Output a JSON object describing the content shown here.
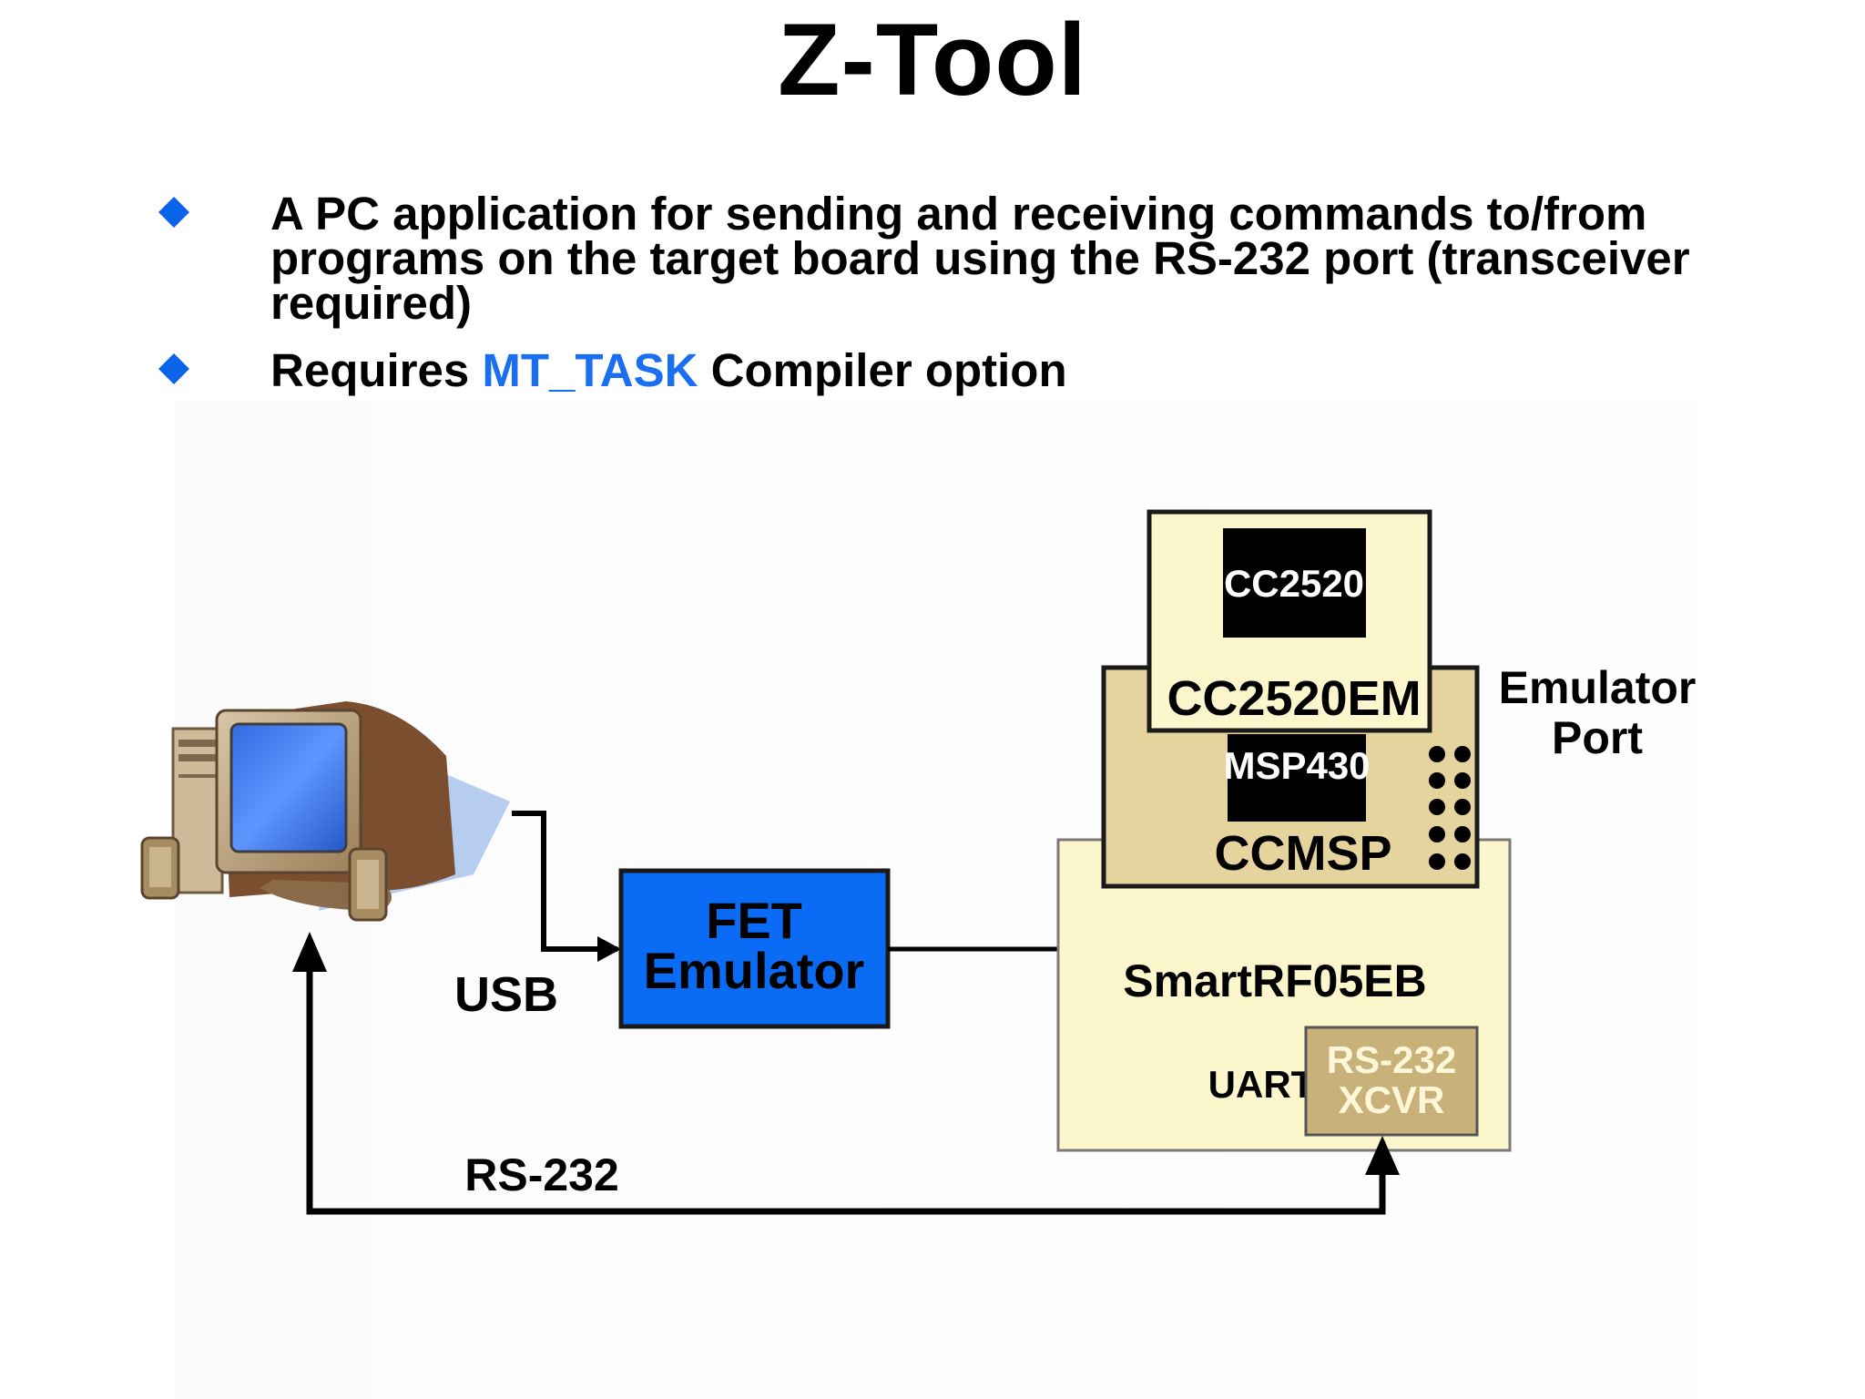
{
  "slide": {
    "title": "Z-Tool",
    "bullets": [
      {
        "text": "A PC application for sending and receiving commands to/from programs on the target board using the RS-232 port (transceiver required)"
      },
      {
        "prefix": "Requires ",
        "highlight": "MT_TASK",
        "suffix": " Compiler option"
      }
    ]
  },
  "diagram": {
    "computer_icon": "desktop-computer-icon",
    "fet_emulator": {
      "line1": "FET",
      "line2": "Emulator"
    },
    "usb_label": "USB",
    "rs232_label": "RS-232",
    "cc2520_chip": "CC2520",
    "cc2520em_label": "CC2520EM",
    "msp430_chip": "MSP430",
    "ccmsp_label": "CCMSP",
    "emulator_port": {
      "line1": "Emulator",
      "line2": "Port"
    },
    "smartrf_label": "SmartRF05EB",
    "uart_label": "UART",
    "xcvr": {
      "line1": "RS-232",
      "line2": "XCVR"
    },
    "colors": {
      "bullet": "#0a63e8",
      "highlight": "#1a6ef0",
      "fet_fill": "#0a6cf5",
      "board_fill": "#fcf6cc",
      "ccmsp_fill": "#e6d49e",
      "xcvr_fill": "#c9b27a",
      "chip_fill": "#000000"
    }
  }
}
